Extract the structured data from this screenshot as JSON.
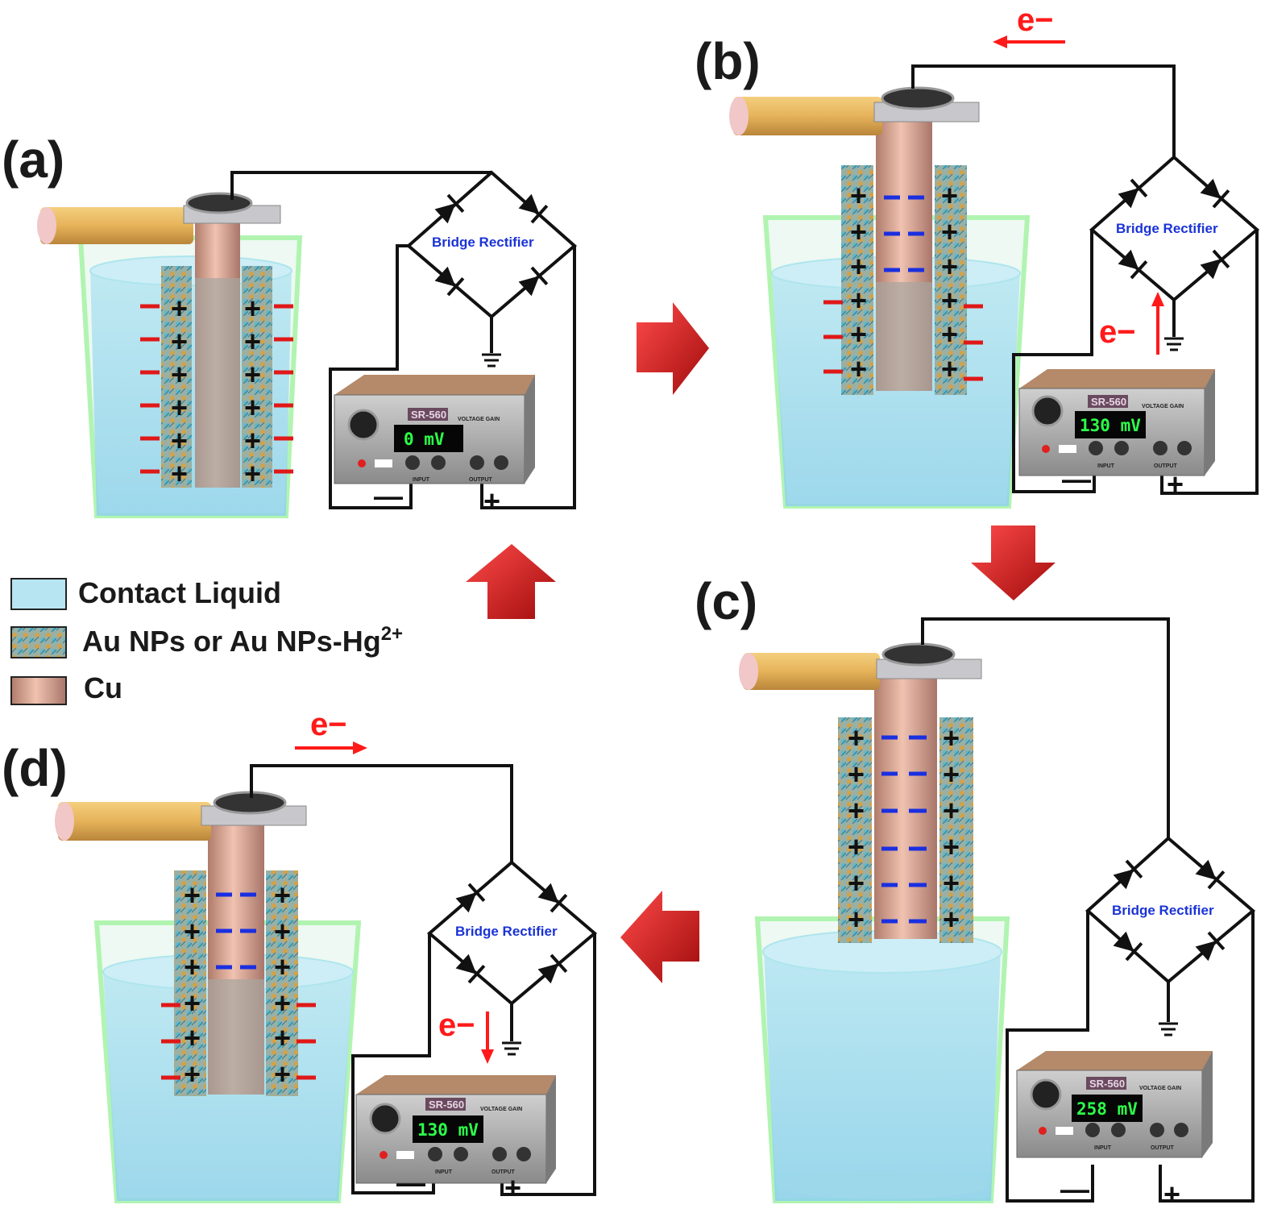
{
  "panels": {
    "a": {
      "letter": "(a)",
      "reading": "0 mV",
      "rectifier": "Bridge Rectifier",
      "model": "SR-560",
      "gain": "VOLTAGE GAIN",
      "in_lbl": "INPUT",
      "out_lbl": "OUTPUT",
      "minus": "—",
      "plus": "+"
    },
    "b": {
      "letter": "(b)",
      "reading": "130 mV",
      "rectifier": "Bridge Rectifier",
      "model": "SR-560",
      "gain": "VOLTAGE GAIN",
      "in_lbl": "INPUT",
      "out_lbl": "OUTPUT",
      "minus": "—",
      "plus": "+",
      "electron_top": "e−",
      "electron_side": "e−"
    },
    "c": {
      "letter": "(c)",
      "reading": "258 mV",
      "rectifier": "Bridge Rectifier",
      "model": "SR-560",
      "gain": "VOLTAGE GAIN",
      "in_lbl": "INPUT",
      "out_lbl": "OUTPUT",
      "minus": "—",
      "plus": "+"
    },
    "d": {
      "letter": "(d)",
      "reading": "130 mV",
      "rectifier": "Bridge Rectifier",
      "model": "SR-560",
      "gain": "VOLTAGE GAIN",
      "in_lbl": "INPUT",
      "out_lbl": "OUTPUT",
      "minus": "—",
      "plus": "+",
      "electron_top": "e−",
      "electron_side": "e−"
    }
  },
  "legend": {
    "liquid": "Contact Liquid",
    "np_prefix": "Au NPs or Au NPs-Hg",
    "np_sup": "2+",
    "cu": "Cu"
  },
  "colors": {
    "liquid": "#a9dff0",
    "cup_rim": "#9ef29e",
    "copper": "#d9a38f",
    "arrow": "#d01818",
    "plus": "#fff200",
    "neg_red": "#e01818",
    "neg_blue": "#1a2fe0"
  },
  "arrows": [
    "right",
    "down",
    "left",
    "up"
  ]
}
